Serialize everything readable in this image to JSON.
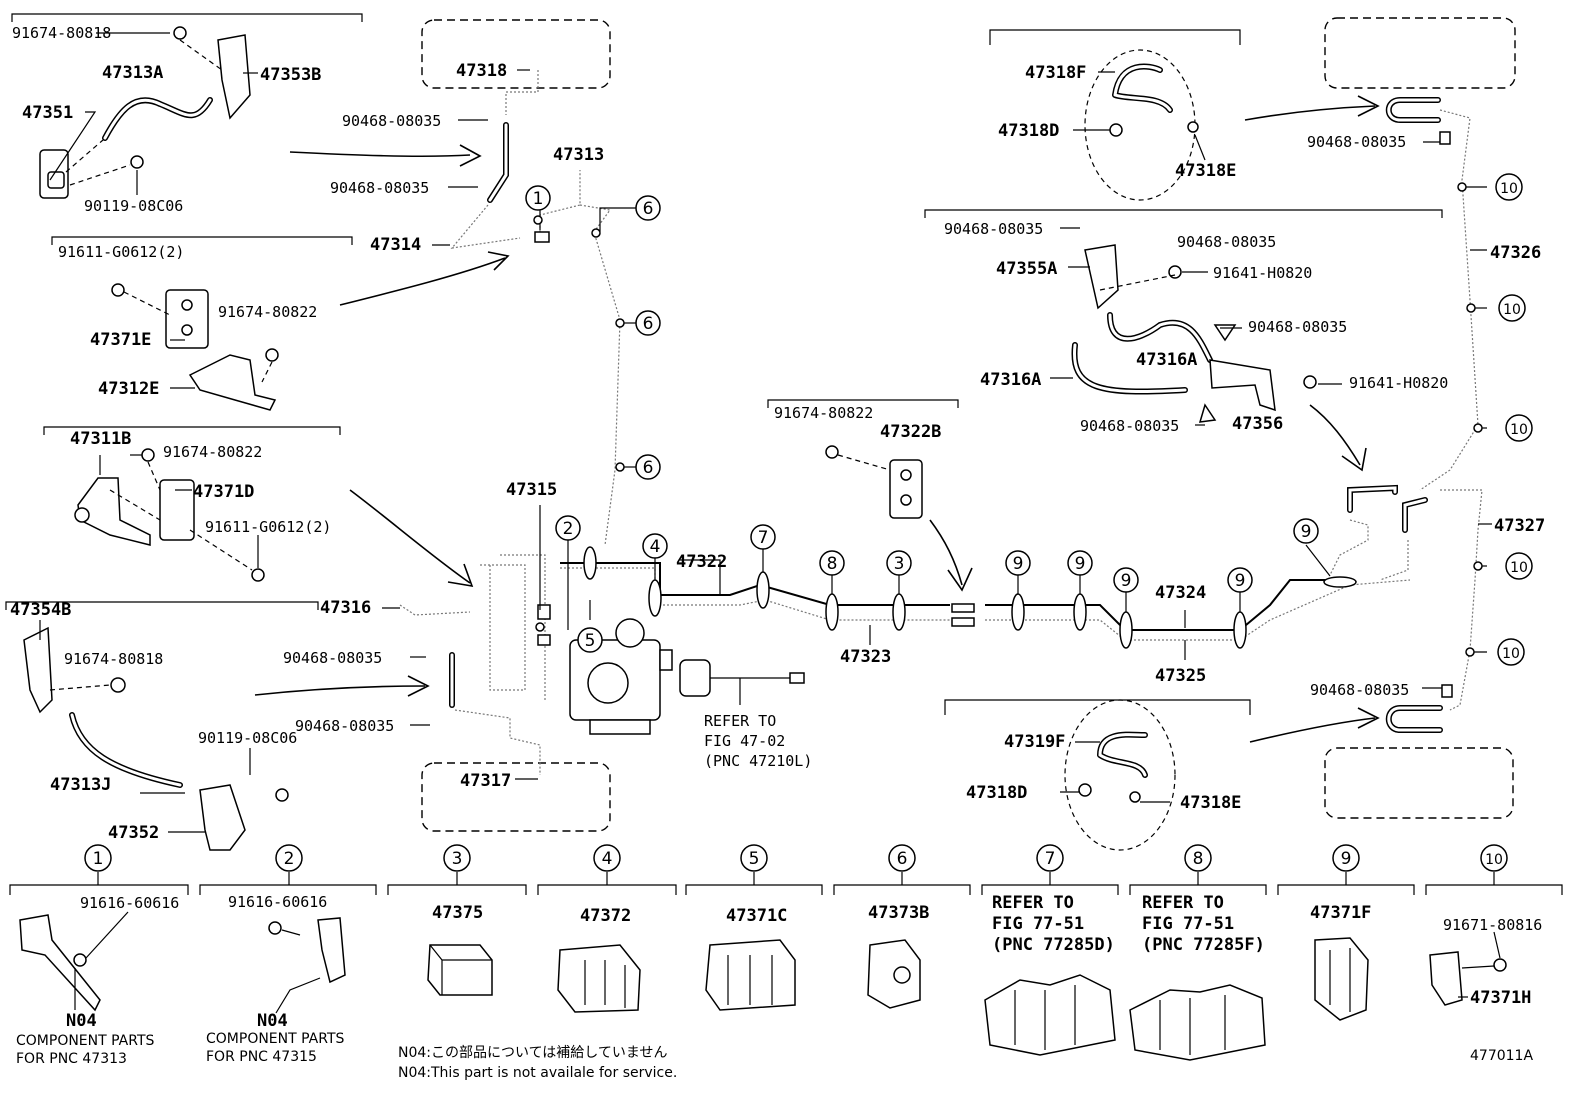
{
  "labels": {
    "l_91674_80818_a": "91674-80818",
    "l_47353B": "47353B",
    "l_47313A": "47313A",
    "l_47351": "47351",
    "l_90119_08C06_a": "90119-08C06",
    "l_91611_G0612_a": "91611-G0612(2)",
    "l_91674_80822_a": "91674-80822",
    "l_47371E": "47371E",
    "l_47312E": "47312E",
    "l_47311B": "47311B",
    "l_91674_80822_b": "91674-80822",
    "l_47371D": "47371D",
    "l_91611_G0612_b": "91611-G0612(2)",
    "l_47354B": "47354B",
    "l_91674_80818_b": "91674-80818",
    "l_47313J": "47313J",
    "l_90119_08C06_b": "90119-08C06",
    "l_47352": "47352",
    "l_47318": "47318",
    "l_90468_08035_a": "90468-08035",
    "l_47313": "47313",
    "l_90468_08035_b": "90468-08035",
    "l_47314": "47314",
    "l_47315": "47315",
    "l_47316": "47316",
    "l_90468_08035_c": "90468-08035",
    "l_90468_08035_d": "90468-08035",
    "l_47317": "47317",
    "l_47322": "47322",
    "l_47323": "47323",
    "l_refer_a1": "REFER TO",
    "l_refer_a2": "FIG 47-02",
    "l_refer_a3": "(PNC 47210L)",
    "l_91674_80822_c": "91674-80822",
    "l_47322B": "47322B",
    "l_47324": "47324",
    "l_47325": "47325",
    "l_47318F": "47318F",
    "l_47318D_a": "47318D",
    "l_47318E_a": "47318E",
    "l_90468_08035_e": "90468-08035",
    "l_90468_08035_f": "90468-08035",
    "l_90468_08035_g": "90468-08035",
    "l_47355A": "47355A",
    "l_91641_H0820_a": "91641-H0820",
    "l_90468_08035_h": "90468-08035",
    "l_47316A_a": "47316A",
    "l_47316A_b": "47316A",
    "l_91641_H0820_b": "91641-H0820",
    "l_90468_08035_i": "90468-08035",
    "l_47356": "47356",
    "l_47326": "47326",
    "l_47327": "47327",
    "l_90468_08035_j": "90468-08035",
    "l_47319F": "47319F",
    "l_47318D_b": "47318D",
    "l_47318E_b": "47318E",
    "b_91616_60616_a": "91616-60616",
    "b_N04_a": "N04",
    "b_comp_a1": "COMPONENT PARTS",
    "b_comp_a2": "FOR PNC 47313",
    "b_91616_60616_b": "91616-60616",
    "b_N04_b": "N04",
    "b_comp_b1": "COMPONENT PARTS",
    "b_comp_b2": "FOR PNC 47315",
    "b_47375": "47375",
    "b_47372": "47372",
    "b_47371C": "47371C",
    "b_47373B": "47373B",
    "b_refer7_1": "REFER TO",
    "b_refer7_2": "FIG 77-51",
    "b_refer7_3": "(PNC 77285D)",
    "b_refer8_1": "REFER TO",
    "b_refer8_2": "FIG 77-51",
    "b_refer8_3": "(PNC 77285F)",
    "b_47371F": "47371F",
    "b_91671_80816": "91671-80816",
    "b_47371H": "47371H",
    "note_jp": "N04:この部品については補給していません",
    "note_en": "N04:This part is not availale for service.",
    "fig_id": "477011A"
  },
  "callouts": {
    "c1": "1",
    "c2": "2",
    "c3": "3",
    "c4": "4",
    "c5": "5",
    "c6a": "6",
    "c6b": "6",
    "c6c": "6",
    "c7": "7",
    "c8": "8",
    "c9a": "9",
    "c9b": "9",
    "c9c": "9",
    "c9d": "9",
    "c9e": "9",
    "c10a": "10",
    "c10b": "10",
    "c10c": "10",
    "c10d": "10",
    "c10e": "10",
    "k1": "1",
    "k2": "2",
    "k3": "3",
    "k4": "4",
    "k5": "5",
    "k6": "6",
    "k7": "7",
    "k8": "8",
    "k9": "9",
    "k10": "10"
  }
}
